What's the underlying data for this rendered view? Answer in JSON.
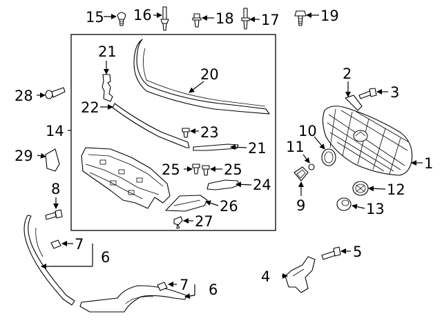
{
  "callouts": [
    {
      "id": "c1",
      "text": "1"
    },
    {
      "id": "c2",
      "text": "2"
    },
    {
      "id": "c3",
      "text": "3"
    },
    {
      "id": "c4",
      "text": "4"
    },
    {
      "id": "c5",
      "text": "5"
    },
    {
      "id": "c6a",
      "text": "6"
    },
    {
      "id": "c6b",
      "text": "6"
    },
    {
      "id": "c7a",
      "text": "7"
    },
    {
      "id": "c7b",
      "text": "7"
    },
    {
      "id": "c8",
      "text": "8"
    },
    {
      "id": "c9",
      "text": "9"
    },
    {
      "id": "c10",
      "text": "10"
    },
    {
      "id": "c11",
      "text": "11"
    },
    {
      "id": "c12",
      "text": "12"
    },
    {
      "id": "c13",
      "text": "13"
    },
    {
      "id": "c14",
      "text": "14"
    },
    {
      "id": "c15",
      "text": "15"
    },
    {
      "id": "c16",
      "text": "16"
    },
    {
      "id": "c17",
      "text": "17"
    },
    {
      "id": "c18",
      "text": "18"
    },
    {
      "id": "c19",
      "text": "19"
    },
    {
      "id": "c20",
      "text": "20"
    },
    {
      "id": "c21a",
      "text": "21"
    },
    {
      "id": "c21b",
      "text": "21"
    },
    {
      "id": "c22",
      "text": "22"
    },
    {
      "id": "c23",
      "text": "23"
    },
    {
      "id": "c24",
      "text": "24"
    },
    {
      "id": "c25a",
      "text": "25"
    },
    {
      "id": "c25b",
      "text": "25"
    },
    {
      "id": "c26",
      "text": "26"
    },
    {
      "id": "c27",
      "text": "27"
    },
    {
      "id": "c28",
      "text": "28"
    },
    {
      "id": "c29",
      "text": "29"
    }
  ]
}
